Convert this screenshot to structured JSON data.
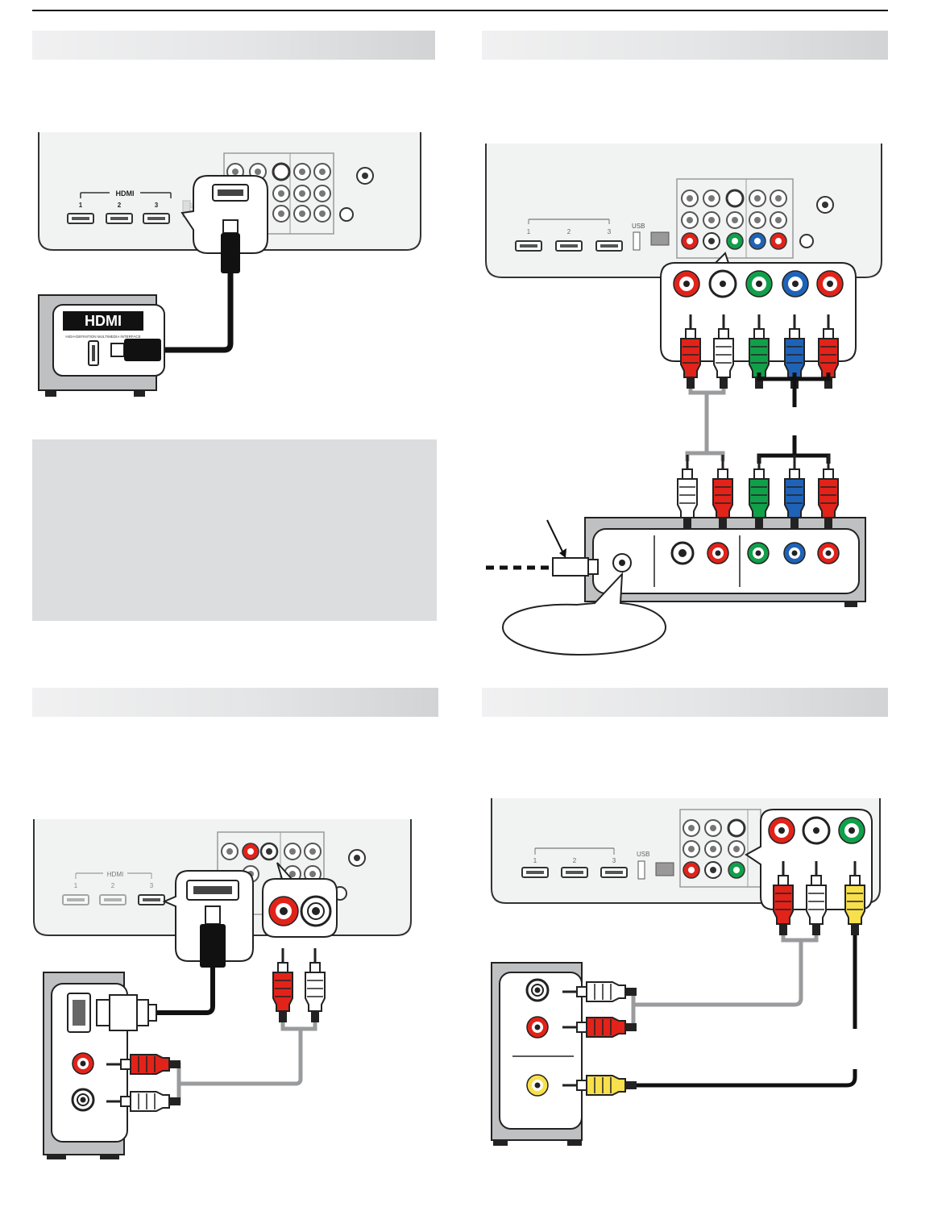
{
  "tv_panel": {
    "hdmi_group_label": "HDMI",
    "hdmi_numbers": [
      "1",
      "2",
      "3"
    ],
    "usb_label": "USB"
  },
  "hdmi_device": {
    "logo": "HDMI",
    "logo_tagline": "HIGH-DEFINITION MULTIMEDIA INTERFACE"
  },
  "colors": {
    "red": "#e2231a",
    "white": "#ffffff",
    "green": "#11a04a",
    "blue": "#1e63b8",
    "yellow": "#f7e04b",
    "cable_gray": "#9a9b9d",
    "cable_black": "#111111",
    "section_bar": "#e4e5e6",
    "note_box": "#dcdddf"
  },
  "icons": [
    "hdmi-port-icon",
    "rca-jack-icon",
    "rca-plug-icon",
    "hdmi-plug-icon",
    "dvi-plug-icon",
    "coax-jack-icon",
    "s-video-jack-icon",
    "ethernet-port-icon",
    "usb-port-icon"
  ]
}
